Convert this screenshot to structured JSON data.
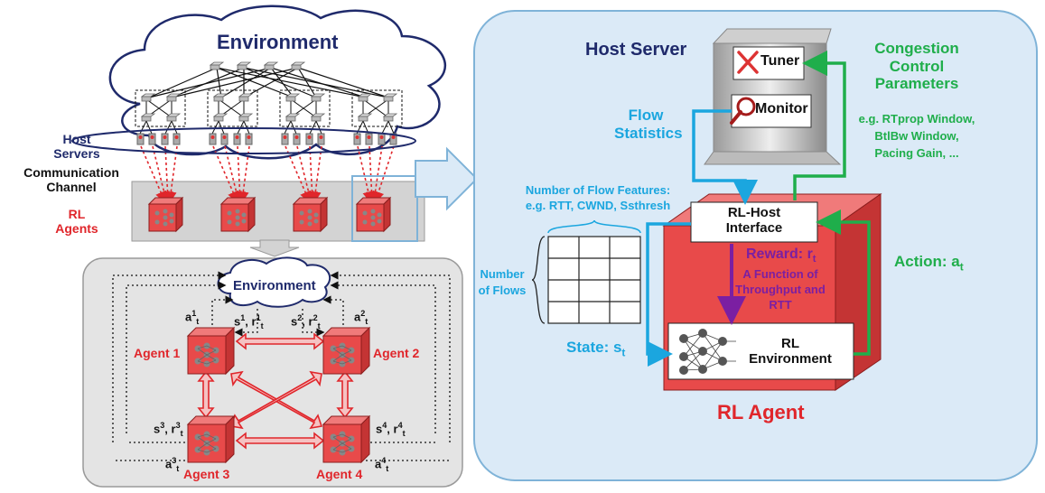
{
  "colors": {
    "navy": "#1f2a6b",
    "red": "#e0262b",
    "cyan": "#1ba6df",
    "green": "#1fae4b",
    "purple": "#7b1fa2",
    "panel": "#dbeaf7",
    "agent": "#e84a4a"
  },
  "cloud": {
    "title": "Environment"
  },
  "left_labels": {
    "host1": "Host",
    "host2": "Servers",
    "comm1": "Communication",
    "comm2": "Channel",
    "rl1": "RL",
    "rl2": "Agents"
  },
  "multi_agent": {
    "env": "Environment",
    "agent1": "Agent 1",
    "agent2": "Agent 2",
    "agent3": "Agent 3",
    "agent4": "Agent 4",
    "a1": "a",
    "a1sup": "1",
    "a1sub": "t",
    "s1": "s",
    "s1sup": "1",
    "r1": ", r",
    "r1sup": "1",
    "r1sub": "t",
    "s2": "s",
    "s2sup": "2",
    "r2": ", r",
    "r2sup": "2",
    "r2sub": "t",
    "a2": "a",
    "a2sup": "2",
    "a2sub": "t",
    "s3": "s",
    "s3sup": "3",
    "r3": ", r",
    "r3sup": "3",
    "r3sub": "t",
    "a3": "a",
    "a3sup": "3",
    "a3sub": "t",
    "s4": "s",
    "s4sup": "4",
    "r4": ", r",
    "r4sup": "4",
    "r4sub": "t",
    "a4": "a",
    "a4sup": "4",
    "a4sub": "t"
  },
  "host": {
    "title": "Host Server",
    "tuner": "Tuner",
    "monitor": "Monitor",
    "flow1": "Flow",
    "flow2": "Statistics",
    "cc1": "Congestion",
    "cc2": "Control",
    "cc3": "Parameters",
    "cc4": "e.g. RTprop Window,",
    "cc5": "BtlBw Window,",
    "cc6": "Pacing Gain, ...",
    "feat1": "Number of Flow Features:",
    "feat2": "e.g. RTT, CWND, Ssthresh",
    "nflows1": "Number",
    "nflows2": "of Flows",
    "state": "State: s",
    "state_sub": "t",
    "iface1": "RL-Host",
    "iface2": "Interface",
    "reward": "Reward: r",
    "reward_sub": "t",
    "rf1": "A Function of",
    "rf2": "Throughput and",
    "rf3": "RTT",
    "rlenv1": "RL",
    "rlenv2": "Environment",
    "action": "Action: a",
    "action_sub": "t",
    "agent": "RL Agent"
  }
}
